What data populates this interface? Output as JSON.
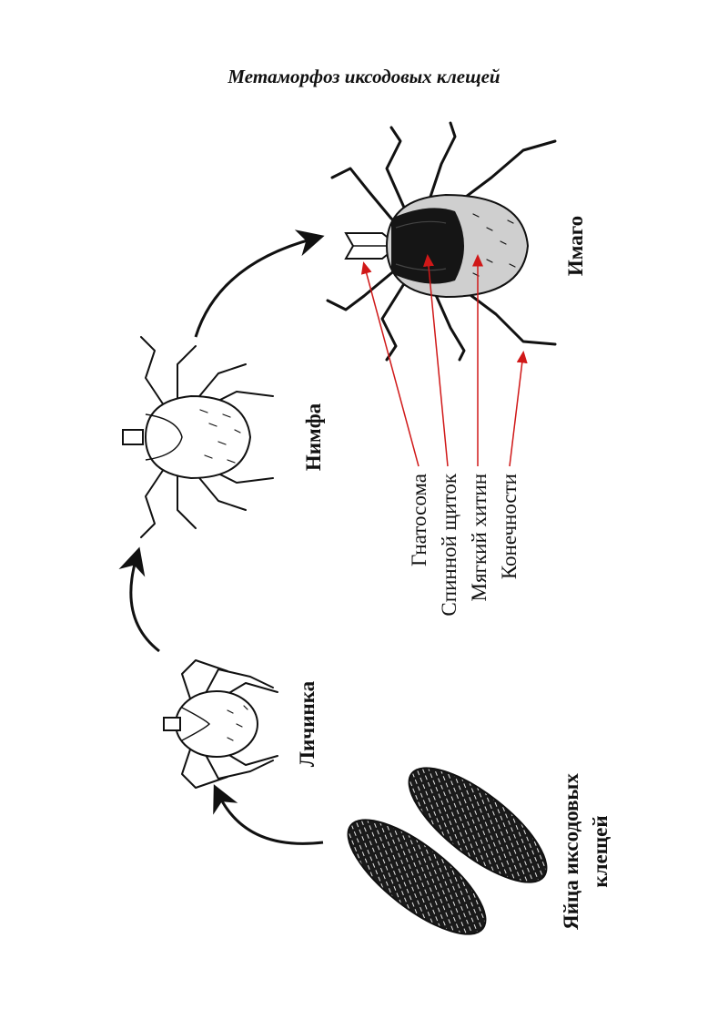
{
  "title": "Метаморфоз иксодовых клещей",
  "stages": {
    "eggs": {
      "line1": "Яйца иксодовых",
      "line2": "клещей"
    },
    "larva": "Личинка",
    "nymph": "Нимфа",
    "adult": "Имаго"
  },
  "parts": [
    "Гнатосома",
    "Спинной щиток",
    "Мягкий хитин",
    "Конечности"
  ],
  "colors": {
    "pointer": "#d01818",
    "ink": "#111111"
  }
}
